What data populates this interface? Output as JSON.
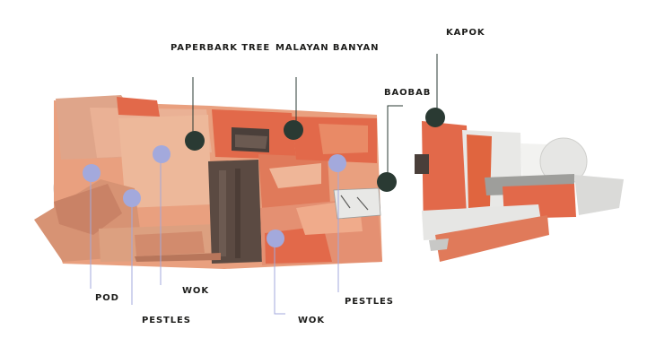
{
  "colors": {
    "dark_marker": "#2a3a33",
    "blue_marker": "#a3a9dc",
    "label_text": "#1d1d1b",
    "terracotta": "#e2694a",
    "salmon": "#e9a07f",
    "sand": "#d8a088",
    "wood": "#5b4a42",
    "paper": "#e8e8e6"
  },
  "labels": {
    "paperbark": "PAPERBARK TREE",
    "malayan_banyan": "MALAYAN BANYAN",
    "baobab": "BAOBAB",
    "kapok": "KAPOK",
    "pod": "POD",
    "wok_left": "WOK",
    "pestles_left": "PESTLES",
    "wok_right": "WOK",
    "pestles_right": "PESTLES"
  }
}
